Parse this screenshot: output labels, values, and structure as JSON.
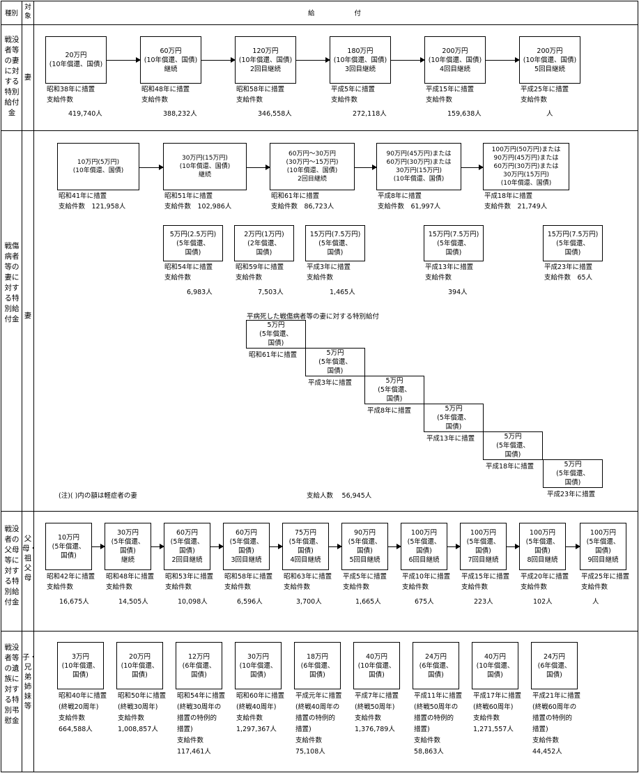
{
  "header": {
    "col1": "種別",
    "col2": "対象",
    "col3": "給　　　　　　付"
  },
  "sections": [
    {
      "category": "戦没者等の妻に対する特別給付金",
      "target": "妻",
      "boxes": [
        "20万円\n(10年償還、国債)",
        "60万円\n(10年償還、国債)\n継続",
        "120万円\n(10年償還、国債)\n2回目継続",
        "180万円\n(10年償還、国債)\n3回目継続",
        "200万円\n(10年償還、国債)\n4回目継続",
        "200万円\n(10年償還、国債)\n5回目継続"
      ],
      "notes": [
        "昭和38年に措置\n支給件数",
        "昭和48年に措置\n支給件数",
        "昭和58年に措置\n支給件数",
        "平成5年に措置\n支給件数",
        "平成15年に措置\n支給件数",
        "平成25年に措置\n支給件数"
      ],
      "counts": [
        "419,740人",
        "388,232人",
        "346,558人",
        "272,118人",
        "159,638人",
        "人"
      ]
    },
    {
      "category": "戦傷病者等の妻に対する特別給付金",
      "target": "妻",
      "row1_boxes": [
        "10万円(5万円)\n(10年償還、国債)",
        "30万円(15万円)\n(10年償還、国債)\n継続",
        "60万円～30万円\n(30万円～15万円)\n(10年償還、国債)\n2回目継続",
        "90万円(45万円)または\n60万円(30万円)または\n30万円(15万円)\n(10年償還、国債)",
        "100万円(50万円)または\n90万円(45万円)または\n60万円(30万円)または\n30万円(15万円)\n(10年償還、国債)"
      ],
      "row1_notes": [
        "昭和41年に措置\n支給件数　121,958人",
        "昭和51年に措置\n支給件数　102,986人",
        "昭和61年に措置\n支給件数　86,723人",
        "平成8年に措置\n支給件数　61,997人",
        "平成18年に措置\n支給件数　21,749人"
      ],
      "row2_boxes": [
        "5万円(2.5万円)\n(5年償還、\n国債)",
        "2万円(1万円)\n(2年償還、\n国債)",
        "15万円(7.5万円)\n(5年償還、\n国債)",
        "15万円(7.5万円)\n(5年償還、\n国債)",
        "15万円(7.5万円)\n(5年償還、\n国債)"
      ],
      "row2_notes": [
        "昭和54年に措置\n支給件数",
        "昭和59年に措置\n支給件数",
        "平成3年に措置\n支給件数",
        "平成13年に措置\n支給件数",
        "平成23年に措置\n支給件数　65人"
      ],
      "row2_counts": [
        "6,983人",
        "7,503人",
        "1,465人",
        "394人"
      ],
      "sub_title": "平病死した戦傷病者等の妻に対する特別給付",
      "stair_boxes": [
        "5万円\n(5年償還、\n国債)",
        "5万円\n(5年償還、\n国債)",
        "5万円\n(5年償還、\n国債)",
        "5万円\n(5年償還、\n国債)",
        "5万円\n(5年償還、\n国債)",
        "5万円\n(5年償還、\n国債)"
      ],
      "stair_notes": [
        "昭和61年に措置",
        "平成3年に措置",
        "平成8年に措置",
        "平成13年に措置",
        "平成18年に措置",
        "平成23年に措置"
      ],
      "footnote": "(注)( )内の額は軽症者の妻",
      "total": "支給人数　 56,945人"
    },
    {
      "category": "戦没者の父母等に対する特別給付金",
      "target": "父母・祖父母",
      "boxes": [
        "10万円\n(5年償還、\n国債)",
        "30万円\n(5年償還、\n国債)\n継続",
        "60万円\n(5年償還、\n国債)\n2回目継続",
        "60万円\n(5年償還、\n国債)\n3回目継続",
        "75万円\n(5年償還、\n国債)\n4回目継続",
        "90万円\n(5年償還、\n国債)\n5回目継続",
        "100万円\n(5年償還、\n国債)\n6回目継続",
        "100万円\n(5年償還、\n国債)\n7回目継続",
        "100万円\n(5年償還、\n国債)\n8回目継続",
        "100万円\n(5年償還、\n国債)\n9回目継続"
      ],
      "notes": [
        "昭和42年に措置\n支給件数",
        "昭和48年に措置\n支給件数",
        "昭和53年に措置\n支給件数",
        "昭和58年に措置\n支給件数",
        "昭和63年に措置\n支給件数",
        "平成5年に措置\n支給件数",
        "平成10年に措置\n支給件数",
        "平成15年に措置\n支給件数",
        "平成20年に措置\n支給件数",
        "平成25年に措置\n支給件数"
      ],
      "counts": [
        "16,675人",
        "14,505人",
        "10,098人",
        "6,596人",
        "3,700人",
        "1,665人",
        "675人",
        "223人",
        "102人",
        "人"
      ]
    },
    {
      "category": "戦没者等の遺族に対する特別弔慰金",
      "target": "子・兄弟姉妹等",
      "boxes": [
        "3万円\n(10年償還、\n国債)",
        "20万円\n(10年償還、\n国債)",
        "12万円\n(6年償還、\n国債)",
        "30万円\n(10年償還、\n国債)",
        "18万円\n(6年償還、\n国債)",
        "40万円\n(10年償還、\n国債)",
        "24万円\n(6年償還、\n国債)",
        "40万円\n(10年償還、\n国債)",
        "24万円\n(6年償還、\n国債)"
      ],
      "notes": [
        "昭和40年に措置\n(終戦20周年)\n支給件数\n664,588人",
        "昭和50年に措置\n(終戦30周年)\n支給件数\n1,008,857人",
        "昭和54年に措置\n(終戦30周年の\n措置の特例的\n措置)\n支給件数\n117,461人",
        "昭和60年に措置\n(終戦40周年)\n支給件数\n1,297,367人",
        "平成元年に措置\n(終戦40周年の\n措置の特例的\n措置)\n支給件数\n75,108人",
        "平成7年に措置\n(終戦50周年)\n支給件数\n1,376,789人",
        "平成11年に措置\n(終戦50周年の\n措置の特例的\n措置)\n支給件数\n58,863人",
        "平成17年に措置\n(終戦60周年)\n支給件数\n1,271,557人",
        "平成21年に措置\n(終戦60周年の\n措置の特例的\n措置)\n支給件数\n44,452人"
      ]
    }
  ]
}
